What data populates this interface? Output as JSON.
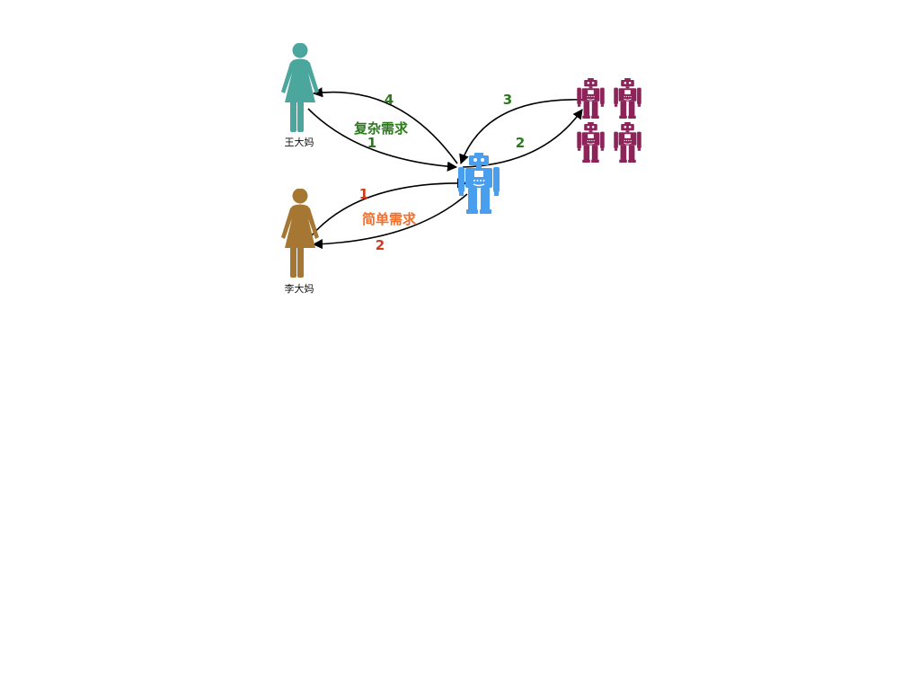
{
  "people": [
    {
      "name": "王大妈",
      "color": "#4BA69E",
      "icon": "woman-icon"
    },
    {
      "name": "李大妈",
      "color": "#A57733",
      "icon": "woman-icon"
    }
  ],
  "central_robot": {
    "icon": "robot-icon",
    "color": "#4A9EEE"
  },
  "robot_group": {
    "icon": "robot-icon",
    "color": "#8C2459",
    "count": 4
  },
  "complex_flow": {
    "label": "复杂需求",
    "color": "#2B7A1C",
    "steps": [
      "1",
      "2",
      "3",
      "4"
    ]
  },
  "simple_flow": {
    "label": "简单需求",
    "label_color": "#F26E2A",
    "step_color": "#D03A1E",
    "steps": [
      "1",
      "2"
    ]
  },
  "arrow_color": "#000000"
}
